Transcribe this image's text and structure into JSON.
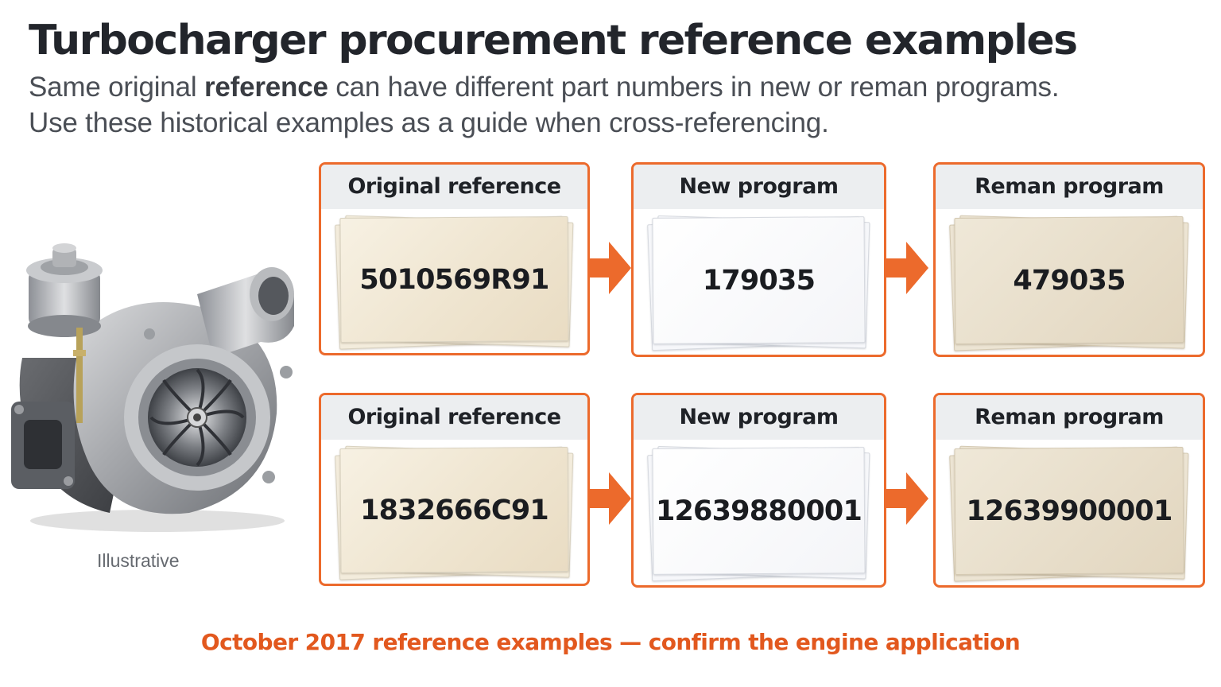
{
  "header": {
    "title": "Turbocharger procurement reference examples",
    "subtitle_line1_pre": "Same original ",
    "subtitle_line1_bold": "reference",
    "subtitle_line1_post": " can have different part numbers in new or reman programs.",
    "subtitle_line2": "Use these historical examples as a guide when cross-referencing."
  },
  "illustration": {
    "caption": "Illustrative",
    "icon": "turbocharger-image"
  },
  "columns": {
    "original": "Original reference",
    "new": "New program",
    "reman": "Reman program"
  },
  "rows": [
    {
      "original": "5010569R91",
      "new": "179035",
      "reman": "479035"
    },
    {
      "original": "1832666C91",
      "new": "12639880001",
      "reman": "12639900001"
    }
  ],
  "footer": {
    "note": "October 2017 reference examples — confirm the engine application"
  },
  "colors": {
    "accent": "#ec6a2c",
    "footer_text": "#e2581e",
    "title_text": "#22252b"
  }
}
